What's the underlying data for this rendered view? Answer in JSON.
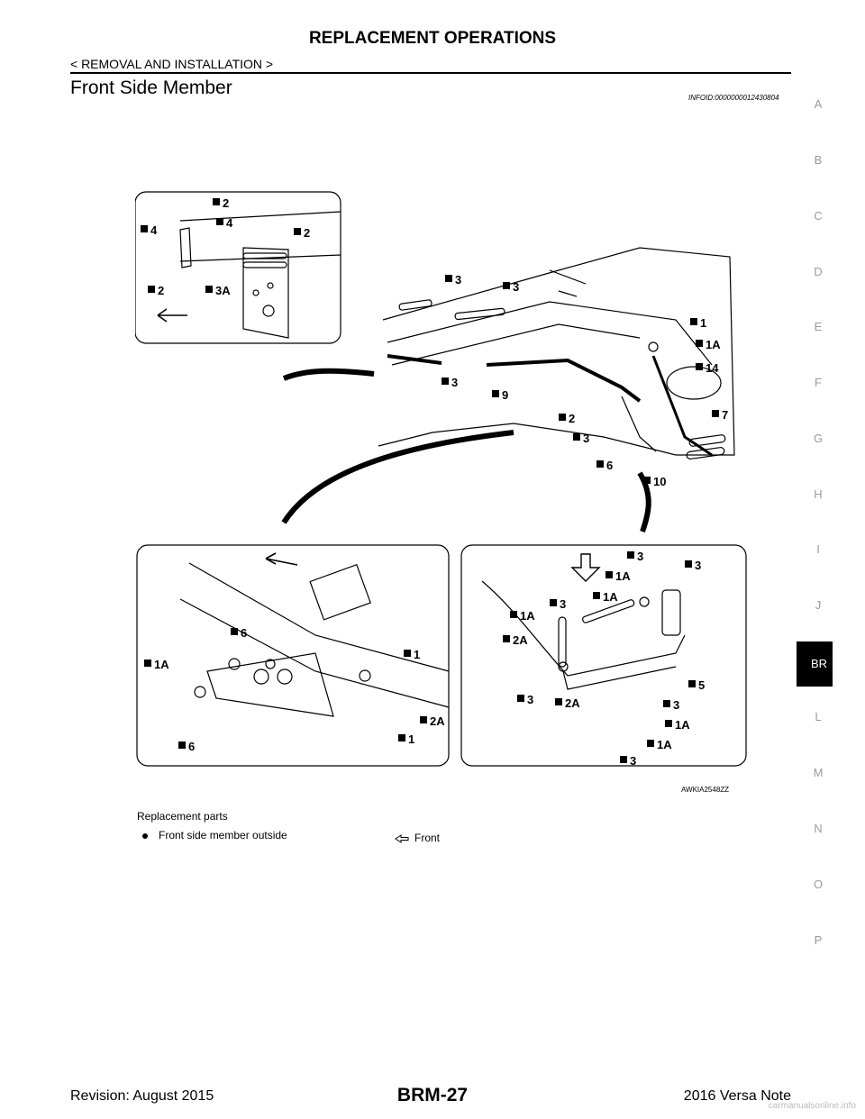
{
  "header": {
    "title": "REPLACEMENT OPERATIONS",
    "subtitle": "< REMOVAL AND INSTALLATION >"
  },
  "section": {
    "title": "Front Side Member",
    "info_id": "INFOID:0000000012430804"
  },
  "side_index": {
    "letters": [
      "A",
      "B",
      "C",
      "D",
      "E",
      "F",
      "G",
      "H",
      "I",
      "J",
      "BR",
      "L",
      "M",
      "N",
      "O",
      "P"
    ],
    "active": "BRM"
  },
  "figure": {
    "id": "AWKIA2548ZZ",
    "callouts_top_left": [
      "2",
      "4",
      "4",
      "2",
      "2",
      "3A"
    ],
    "callouts_main": [
      "3",
      "3",
      "1",
      "1A",
      "14",
      "3",
      "9",
      "2",
      "7",
      "3",
      "6",
      "10"
    ],
    "callouts_bottom_left": [
      "6",
      "1A",
      "1",
      "2A",
      "6",
      "1"
    ],
    "callouts_bottom_right": [
      "3",
      "3",
      "1A",
      "1A",
      "3",
      "1A",
      "2A",
      "5",
      "3",
      "2A",
      "3",
      "1A",
      "1A",
      "3"
    ]
  },
  "legend": {
    "title": "Replacement parts",
    "items": [
      "Front side member outside"
    ],
    "front_label": "Front"
  },
  "footer": {
    "revision": "Revision: August 2015",
    "page": "BRM-27",
    "model": "2016 Versa Note",
    "watermark": "carmanualsonline.info"
  }
}
